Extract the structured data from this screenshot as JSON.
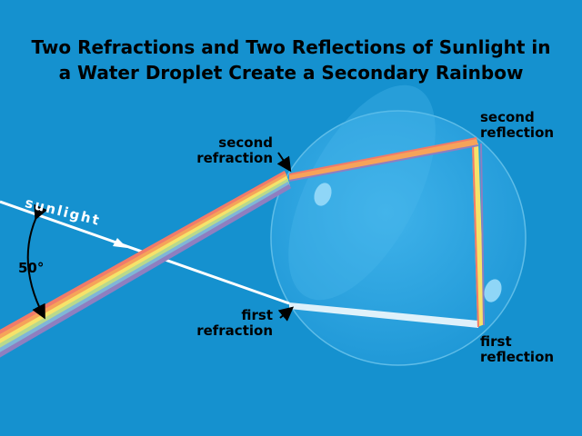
{
  "title": {
    "line1": "Two Refractions and Two Reflections of Sunlight in",
    "line2": "a Water Droplet Create a Secondary Rainbow"
  },
  "labels": {
    "second_refraction": [
      "second",
      "refraction"
    ],
    "second_reflection": [
      "second",
      "reflection"
    ],
    "first_refraction": [
      "first",
      "refraction"
    ],
    "first_reflection": [
      "first",
      "reflection"
    ],
    "sunlight": "sunlight",
    "angle": "50°"
  },
  "colors": {
    "background": "#1591cf",
    "droplet": "#2aa3df",
    "sunlight_ray": "#ffffff",
    "spectrum": [
      "#f07b6a",
      "#f6a35a",
      "#f5e36a",
      "#b9d98c",
      "#7fb6d8",
      "#8e7fc0"
    ]
  }
}
